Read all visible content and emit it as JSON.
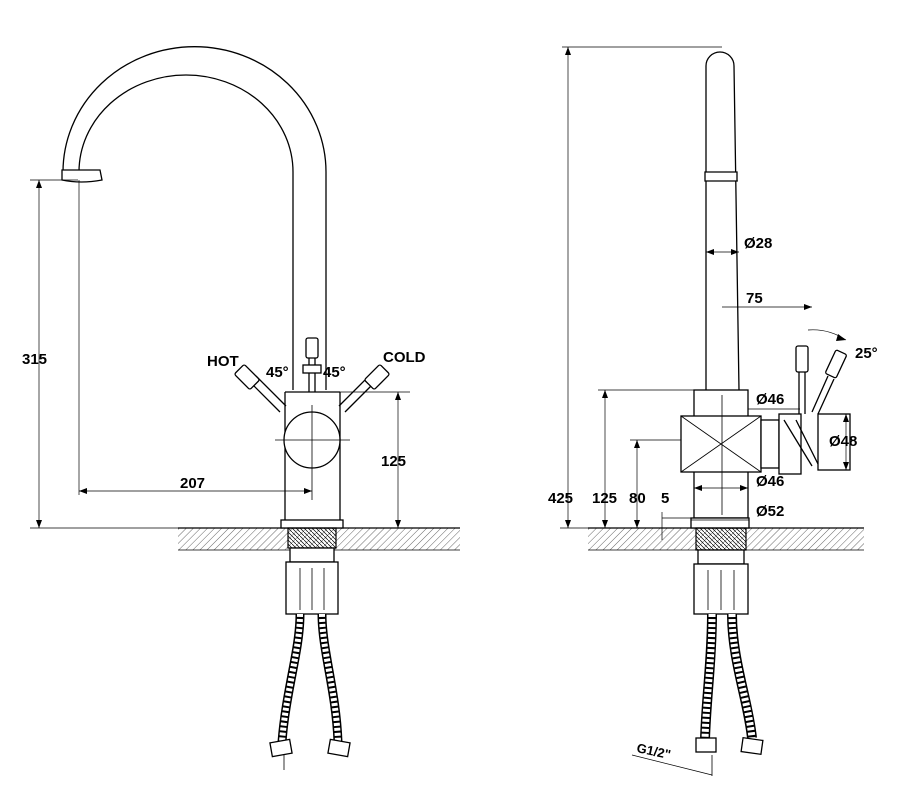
{
  "front_view": {
    "height_label": "315",
    "reach_label": "207",
    "base_height_label": "125",
    "hot_label": "HOT",
    "cold_label": "COLD",
    "hot_angle_label": "45°",
    "cold_angle_label": "45°"
  },
  "side_view": {
    "total_height_label": "425",
    "body_height_label": "125",
    "low_height_label": "80",
    "offset_label": "5",
    "spout_diameter_label": "Ø28",
    "handle_offset_label": "75",
    "handle_angle_label": "25°",
    "body_diameter_top_label": "Ø46",
    "body_diameter_bottom_label": "Ø46",
    "handle_diameter_label": "Ø48",
    "base_diameter_label": "Ø52",
    "thread_label": "G1/2\""
  }
}
